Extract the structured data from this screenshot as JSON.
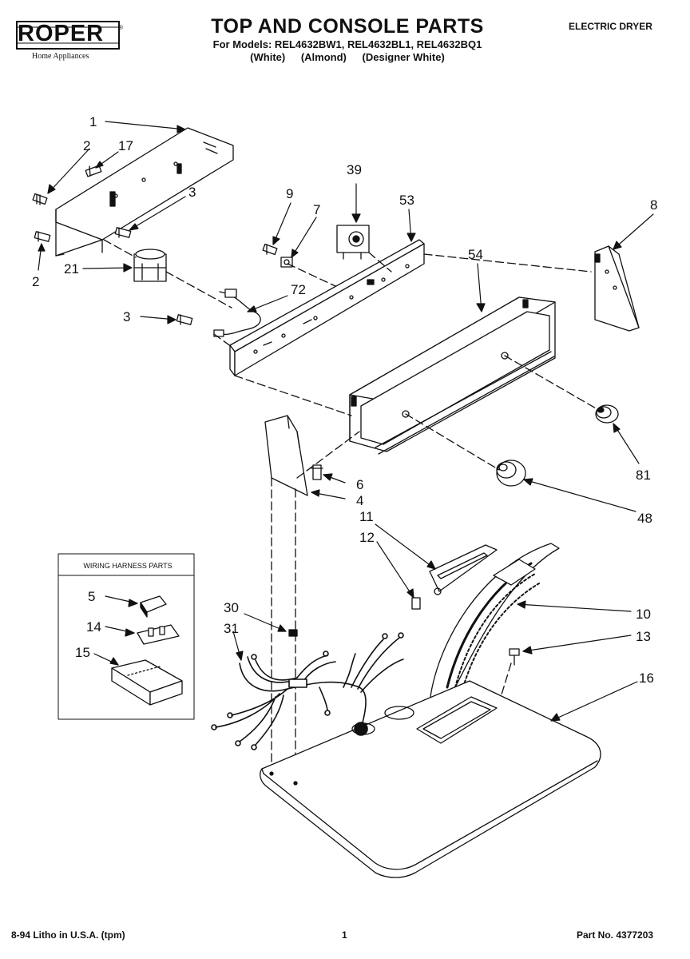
{
  "header": {
    "brand": "ROPER",
    "brand_sub": "Home Appliances",
    "title": "TOP AND CONSOLE PARTS",
    "models_line": "For Models: REL4632BW1, REL4632BL1, REL4632BQ1",
    "variants": [
      "(White)",
      "(Almond)",
      "(Designer White)"
    ],
    "doc_type": "ELECTRIC DRYER"
  },
  "wiring_box": {
    "title": "WIRING HARNESS PARTS"
  },
  "callouts": [
    "1",
    "2",
    "17",
    "3",
    "2",
    "21",
    "9",
    "7",
    "39",
    "53",
    "8",
    "72",
    "3",
    "54",
    "6",
    "4",
    "81",
    "48",
    "11",
    "12",
    "5",
    "14",
    "15",
    "30",
    "31",
    "10",
    "13",
    "16"
  ],
  "footer": {
    "litho": "8-94 Litho in U.S.A. (tpm)",
    "page": "1",
    "part_no": "Part No. 4377203"
  },
  "colors": {
    "ink": "#111111",
    "paper": "#ffffff"
  }
}
